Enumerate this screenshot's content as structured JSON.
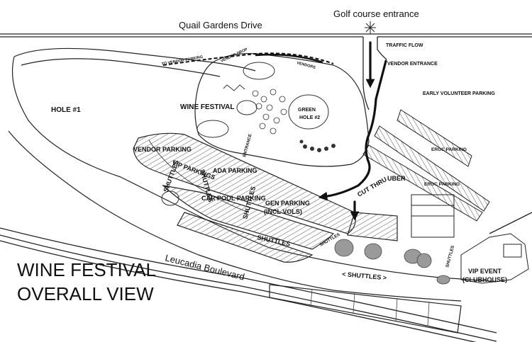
{
  "roads": {
    "north": "Quail Gardens Drive",
    "south": "Leucadia Boulevard",
    "entrance": "Golf course entrance"
  },
  "labels": {
    "hole1": "HOLE #1",
    "wine_festival": "WINE FESTIVAL",
    "green": "GREEN",
    "hole2": "HOLE #2",
    "vendor_parking": "VENDOR PARKING",
    "vip_parking": "VIP PARKINGS",
    "ada_parking": "ADA PARKING",
    "car_pool": "CAR POOL PARKING",
    "gen_parking": "GEN PARKING",
    "gen_parking_sub": "(INCL VOLS)",
    "shuttles": "SHUTTLES",
    "shuttles_lower": "< SHUTTLES >",
    "uber": "UBER",
    "cut_thru": "CUT THRU",
    "ergc_parking": "ERGC PARKING",
    "early_volunteer": "EARLY VOLUNTEER PARKING",
    "traffic_flow": "TRAFFIC FLOW",
    "vendor_entrance": "VENDOR ENTRANCE",
    "to_vendor_parking": "TO VENDOR PARKING",
    "vendor_drop": "VENDOR DROP",
    "vendors": "VENDORS",
    "entrance_label": "ENTRANCE",
    "vip_event": "VIP EVENT",
    "clubhouse": "(CLUBHOUSE)"
  },
  "title": {
    "line1": "WINE FESTIVAL",
    "line2": "OVERALL VIEW"
  }
}
